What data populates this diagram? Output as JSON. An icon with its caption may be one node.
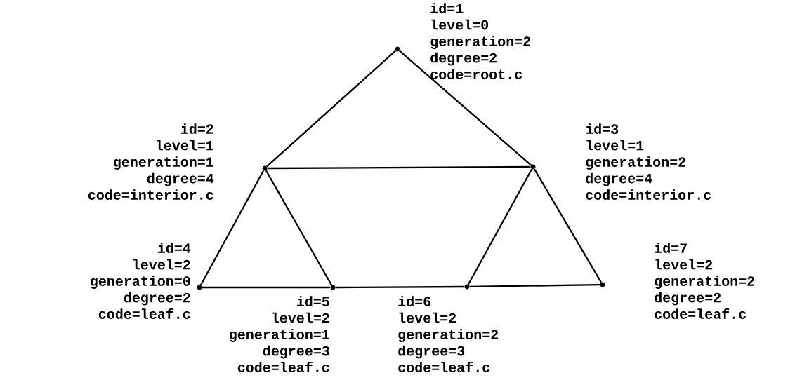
{
  "diagram": {
    "nodes": [
      {
        "text": [],
        "shape": "circle",
        "beside": [
          "id=1",
          "level=0",
          "generation=2",
          "degree=2",
          "code=root.c"
        ]
      },
      {
        "text": [],
        "shape": "circle",
        "beside": [
          "id=2",
          "level=1",
          "generation=1",
          "degree=4",
          "code=interior.c"
        ]
      },
      {
        "text": [],
        "shape": "circle",
        "beside": [
          "id=3",
          "level=1",
          "generation=2",
          "degree=4",
          "code=interior.c"
        ]
      },
      {
        "text": [],
        "shape": "circle",
        "beside": [
          "id=4",
          "level=2",
          "generation=0",
          "degree=2",
          "code=leaf.c"
        ]
      },
      {
        "text": [],
        "shape": "circle",
        "beside": [
          "id=5",
          "level=2",
          "generation=1",
          "degree=3",
          "code=leaf.c"
        ]
      },
      {
        "text": [],
        "shape": "circle",
        "beside": [
          "id=6",
          "level=2",
          "generation=2",
          "degree=3",
          "code=leaf.c"
        ]
      },
      {
        "text": [],
        "shape": "circle",
        "beside": [
          "id=7",
          "level=2",
          "generation=2",
          "degree=2",
          "code=leaf.c"
        ]
      }
    ],
    "edges": [
      {
        "from": 0,
        "to": 1,
        "arrow": "none"
      },
      {
        "from": 0,
        "to": 2,
        "arrow": "none"
      },
      {
        "from": 1,
        "to": 2,
        "arrow": "none"
      },
      {
        "from": 1,
        "to": 3,
        "arrow": "none"
      },
      {
        "from": 1,
        "to": 4,
        "arrow": "none"
      },
      {
        "from": 2,
        "to": 5,
        "arrow": "none"
      },
      {
        "from": 2,
        "to": 6,
        "arrow": "none"
      },
      {
        "from": 3,
        "to": 4,
        "arrow": "none"
      },
      {
        "from": 4,
        "to": 5,
        "arrow": "none"
      },
      {
        "from": 5,
        "to": 6,
        "arrow": "none"
      }
    ]
  }
}
